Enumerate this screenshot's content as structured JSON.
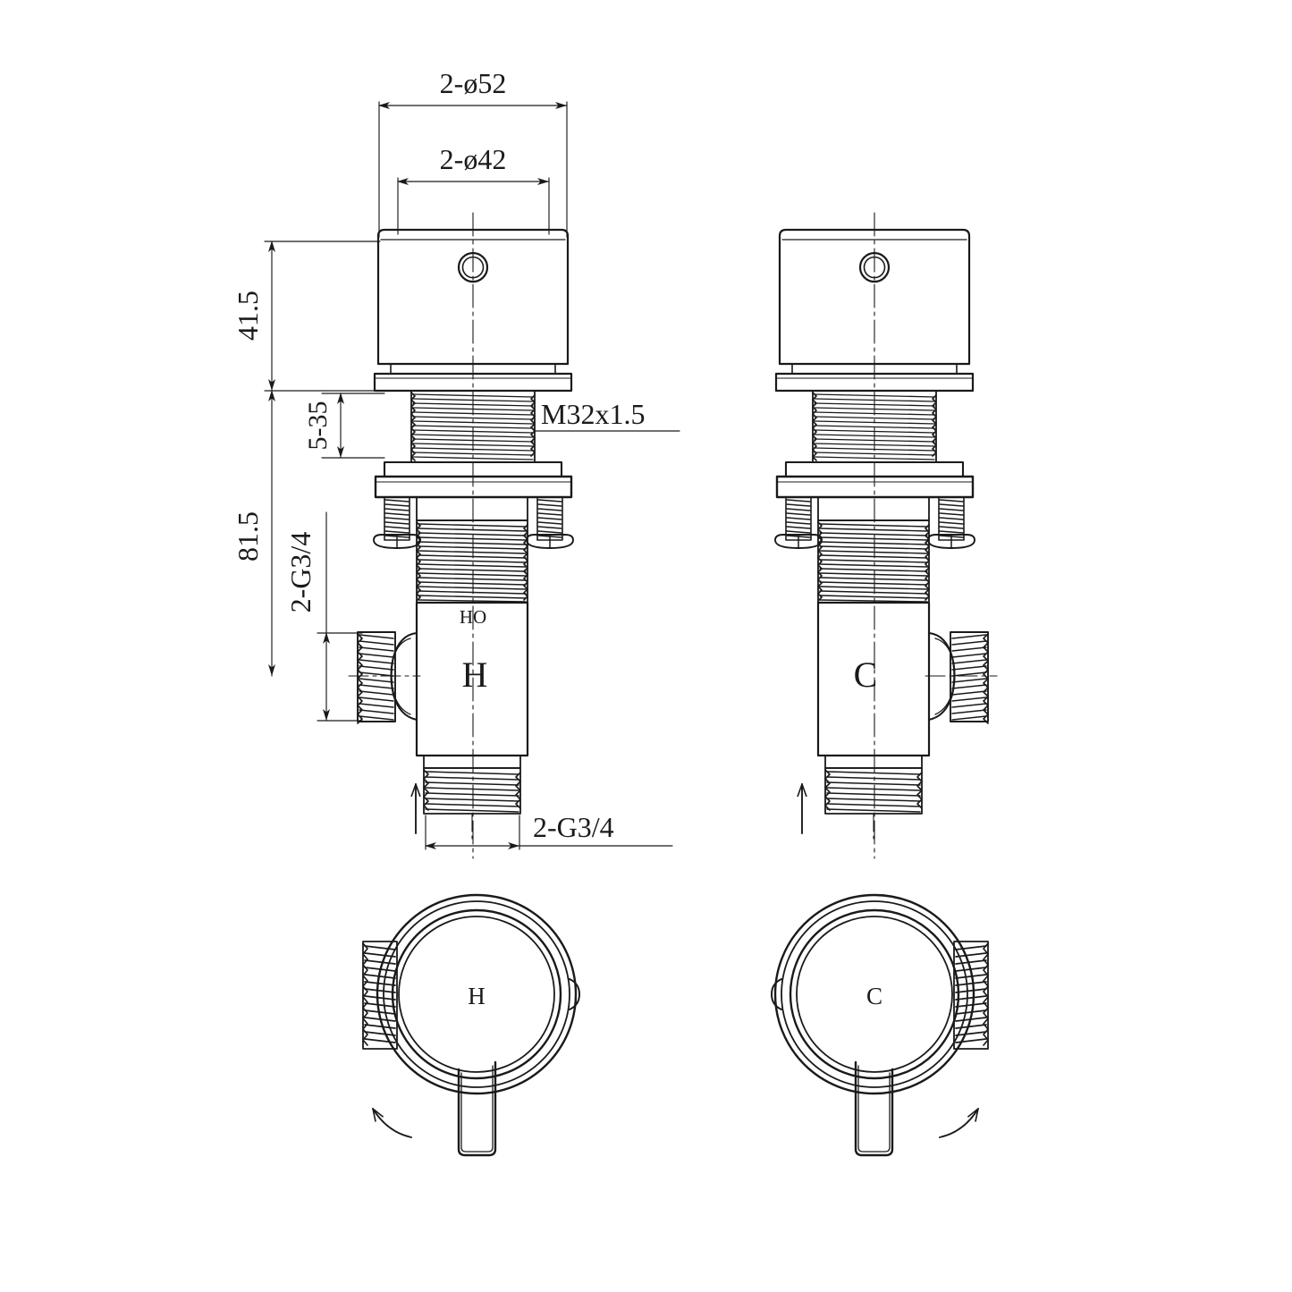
{
  "drawing": {
    "title": "Valve assembly technical drawing",
    "background_color": "#ffffff",
    "line_color": "#1a1a1a",
    "units": "mm"
  },
  "dimensions": {
    "top_outer": "2-ø52",
    "top_inner": "2-ø42",
    "height_upper": "41.5",
    "height_total": "81.5",
    "panel_range": "5-35",
    "thread_upper": "M32x1.5",
    "side_port": "2-G3/4",
    "bottom_port": "2-G3/4"
  },
  "views": {
    "left_elevation": {
      "name": "hot-valve-elevation",
      "marking_small": "HO",
      "marking_large": "H"
    },
    "right_elevation": {
      "name": "cold-valve-elevation",
      "marking_large": "C"
    },
    "left_plan": {
      "name": "hot-valve-plan",
      "marking": "H",
      "rotation": "counter-clockwise"
    },
    "right_plan": {
      "name": "cold-valve-plan",
      "marking": "C",
      "rotation": "clockwise"
    }
  }
}
